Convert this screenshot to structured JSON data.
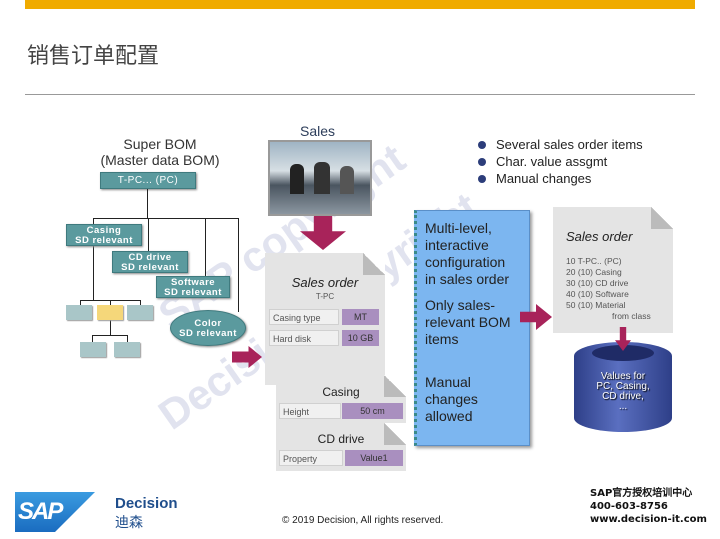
{
  "slide": {
    "title": "销售订单配置",
    "footer_copyright": "© 2019 Decision, All rights reserved."
  },
  "colors": {
    "accent_bar": "#f0ab00",
    "bom_box": "#5b9a9e",
    "arrow": "#a8235a",
    "config_box": "#7cb6f0",
    "cylinder": "#3a4f9a"
  },
  "watermark": [
    "SAP copyright",
    "Decision copyright"
  ],
  "bom": {
    "title_line1": "Super BOM",
    "title_line2": "(Master data BOM)",
    "root": "T-PC... (PC)",
    "items": [
      {
        "l1": "Casing",
        "l2": "SD relevant"
      },
      {
        "l1": "CD drive",
        "l2": "SD relevant"
      },
      {
        "l1": "Software",
        "l2": "SD relevant"
      },
      {
        "l1": "Color",
        "l2": "SD relevant"
      }
    ]
  },
  "sales": {
    "label": "Sales"
  },
  "sales_order_form": {
    "title": "Sales order",
    "subtitle": "T-PC",
    "rows": [
      {
        "label": "Casing type",
        "value": "MT"
      },
      {
        "label": "Hard disk",
        "value": "10 GB"
      }
    ],
    "casing": {
      "title": "Casing",
      "label": "Height",
      "value": "50 cm"
    },
    "cd_drive": {
      "title": "CD drive",
      "label": "Property",
      "value": "Value1"
    }
  },
  "config_box": {
    "p1": [
      "Multi-level,",
      "interactive",
      "configuration",
      "in sales order"
    ],
    "p2": [
      "Only sales-",
      "relevant BOM",
      "items"
    ],
    "p3": [
      "Manual",
      "changes",
      "allowed"
    ]
  },
  "bullets": [
    "Several sales order items",
    "Char. value assgmt",
    "Manual  changes"
  ],
  "sales_order_list": {
    "title": "Sales order",
    "lines": [
      "10 T-PC.. (PC)",
      "20 (10) Casing",
      "30 (10)  CD drive",
      "40 (10)  Software",
      "50 (10)  Material",
      "from class"
    ]
  },
  "database": {
    "lines": [
      "Values for",
      "PC, Casing,",
      "CD drive,",
      "..."
    ]
  },
  "branding": {
    "sap_logo": "SAP",
    "decision_en": "Decision",
    "decision_cn": "迪森",
    "contact": [
      "SAP官方授权培训中心",
      "400-603-8756",
      "www.decision-it.com"
    ]
  }
}
